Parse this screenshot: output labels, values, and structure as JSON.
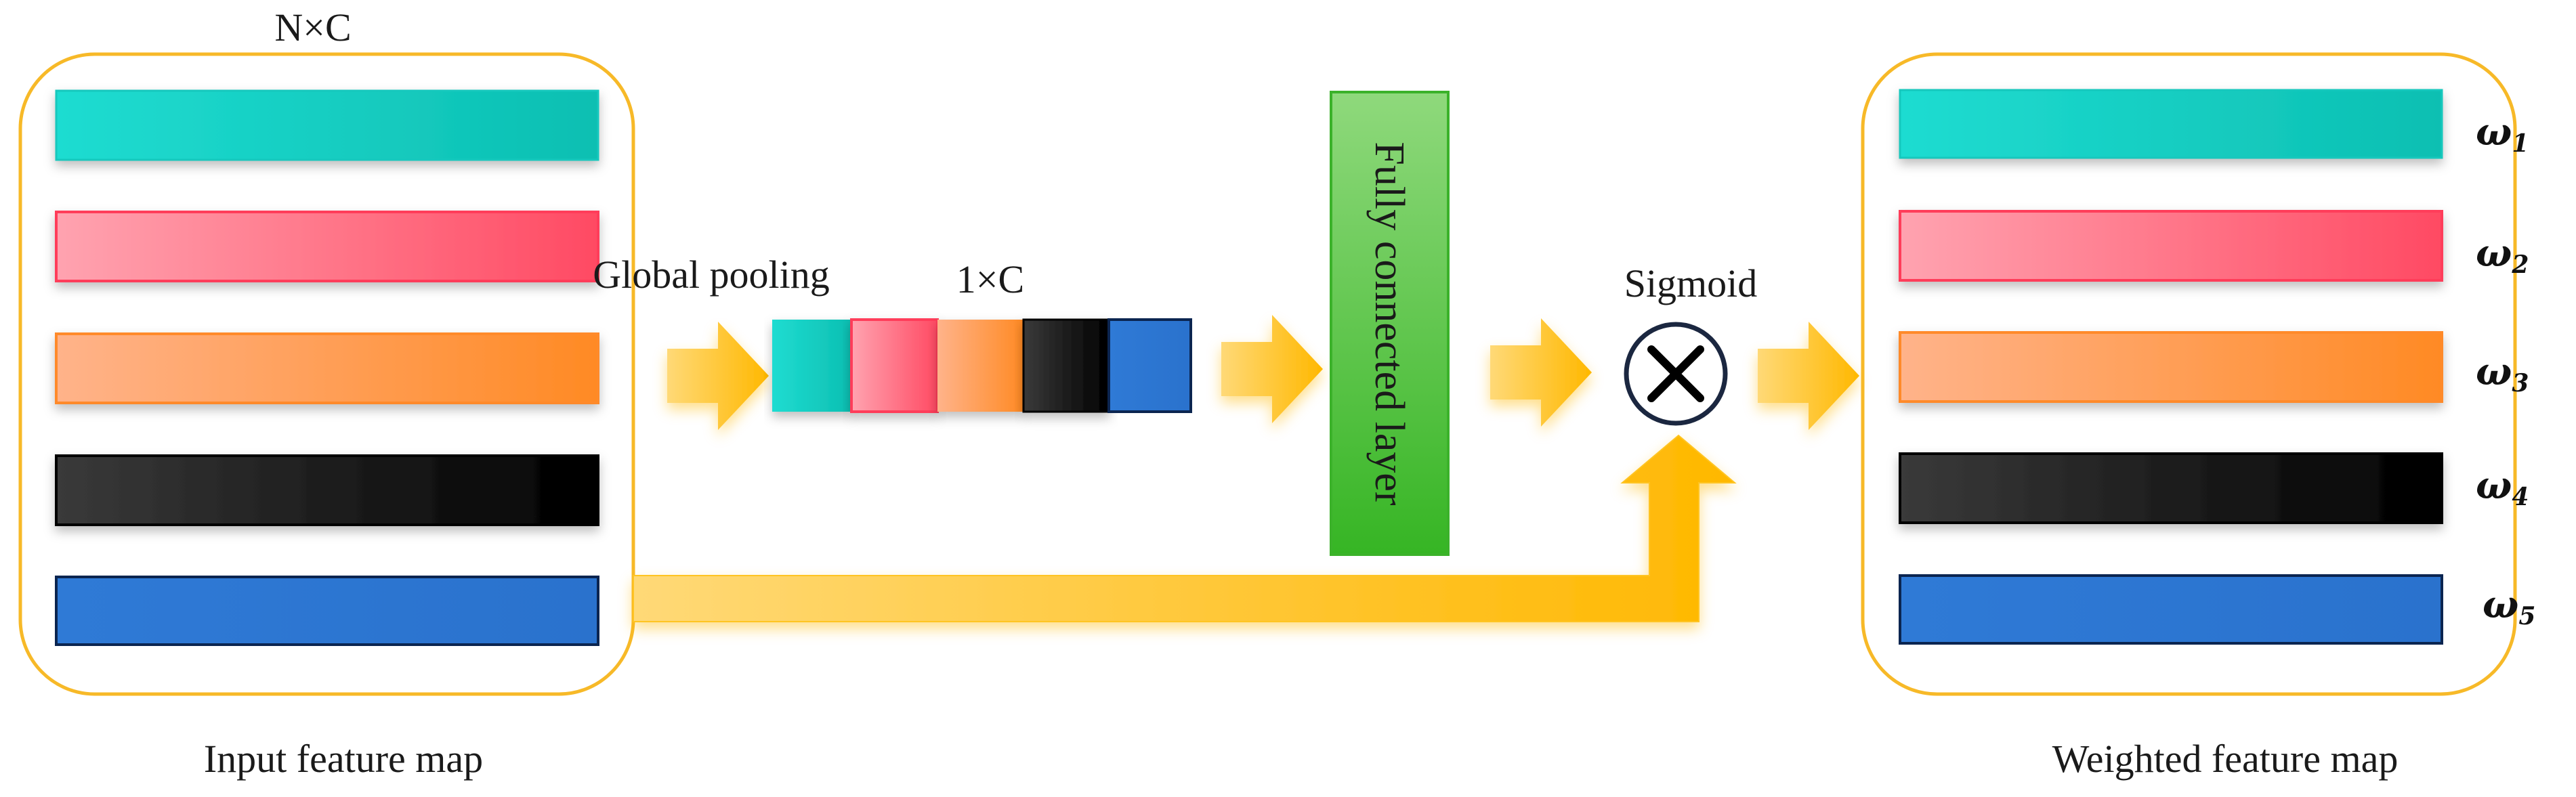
{
  "labels": {
    "input_dims": "N×C",
    "global_pooling": "Global pooling",
    "pooled_dims": "1×C",
    "fc_layer": "Fully connected layer",
    "sigmoid": "Sigmoid",
    "multiply_symbol": "×",
    "input_caption": "Input feature map",
    "output_caption": "Weighted feature map"
  },
  "weights": [
    {
      "symbol": "ω",
      "sub": "1"
    },
    {
      "symbol": "ω",
      "sub": "2"
    },
    {
      "symbol": "ω",
      "sub": "3"
    },
    {
      "symbol": "ω",
      "sub": "4"
    },
    {
      "symbol": "ω",
      "sub": "5"
    }
  ],
  "channel_colors": [
    "#12cfc4",
    "#ff5f76",
    "#ff9a4d",
    "#111111",
    "#2a78d4"
  ],
  "colors": {
    "container_border": "#f7b928",
    "arrow": "#ffc01f",
    "fc_fill": "#55c23c",
    "multiply_border": "#1b2740"
  }
}
